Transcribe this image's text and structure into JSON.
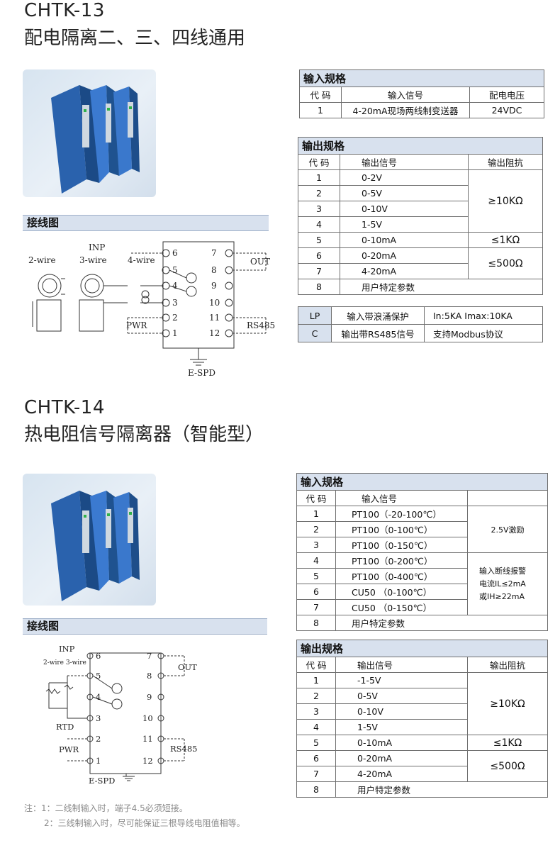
{
  "section1": {
    "model": "CHTK-13",
    "subtitle": "配电隔离二、三、四线通用",
    "wiring_title": "接线图",
    "input_spec": {
      "title": "输入规格",
      "headers": [
        "代 码",
        "输入信号",
        "配电电压"
      ],
      "row": [
        "1",
        "4-20mA现场两线制变送器",
        "24VDC"
      ]
    },
    "output_spec": {
      "title": "输出规格",
      "headers": [
        "代 码",
        "输出信号",
        "输出阻抗"
      ],
      "rows": [
        {
          "code": "1",
          "signal": "0-2V"
        },
        {
          "code": "2",
          "signal": "0-5V"
        },
        {
          "code": "3",
          "signal": "0-10V"
        },
        {
          "code": "4",
          "signal": "1-5V"
        },
        {
          "code": "5",
          "signal": "0-10mA"
        },
        {
          "code": "6",
          "signal": "0-20mA"
        },
        {
          "code": "7",
          "signal": "4-20mA"
        },
        {
          "code": "8",
          "signal": "用户特定参数"
        }
      ],
      "impedance": [
        "≥10KΩ",
        "≤1KΩ",
        "≤500Ω"
      ]
    },
    "options": [
      {
        "code": "LP",
        "desc": "输入带浪涌保护",
        "detail": "In:5KA   Imax:10KA"
      },
      {
        "code": "C",
        "desc": "输出带RS485信号",
        "detail": "支持Modbus协议"
      }
    ],
    "diagram": {
      "inp": "INP",
      "two_wire": "2-wire",
      "three_wire": "3-wire",
      "four_wire": "4-wire",
      "pwr": "PWR",
      "out": "OUT",
      "rs485": "RS485",
      "espd": "E-SPD",
      "left_terms": [
        "6",
        "5",
        "4",
        "3",
        "2",
        "1"
      ],
      "right_terms": [
        "7",
        "8",
        "9",
        "10",
        "11",
        "12"
      ]
    }
  },
  "section2": {
    "model": "CHTK-14",
    "subtitle": "热电阻信号隔离器（智能型）",
    "wiring_title": "接线图",
    "input_spec": {
      "title": "输入规格",
      "headers": [
        "代 码",
        "输入信号",
        ""
      ],
      "rows": [
        {
          "code": "1",
          "signal": "PT100（-20-100℃）"
        },
        {
          "code": "2",
          "signal": "PT100（0-100℃）"
        },
        {
          "code": "3",
          "signal": "PT100（0-150℃）"
        },
        {
          "code": "4",
          "signal": "PT100（0-200℃）"
        },
        {
          "code": "5",
          "signal": "PT100（0-400℃）"
        },
        {
          "code": "6",
          "signal": "CU50 （0-100℃）"
        },
        {
          "code": "7",
          "signal": "CU50 （0-150℃）"
        },
        {
          "code": "8",
          "signal": "用户特定参数"
        }
      ],
      "excitation": "2.5V激励",
      "alarm_1": "输入断线报警",
      "alarm_2": "电流IL≤2mA",
      "alarm_3": "或IH≥22mA"
    },
    "output_spec": {
      "title": "输出规格",
      "headers": [
        "代 码",
        "输出信号",
        "输出阻抗"
      ],
      "rows": [
        {
          "code": "1",
          "signal": "-1-5V"
        },
        {
          "code": "2",
          "signal": "0-5V"
        },
        {
          "code": "3",
          "signal": "0-10V"
        },
        {
          "code": "4",
          "signal": "1-5V"
        },
        {
          "code": "5",
          "signal": "0-10mA"
        },
        {
          "code": "6",
          "signal": "0-20mA"
        },
        {
          "code": "7",
          "signal": "4-20mA"
        },
        {
          "code": "8",
          "signal": "用户特定参数"
        }
      ],
      "impedance": [
        "≥10KΩ",
        "≤1KΩ",
        "≤500Ω"
      ]
    },
    "diagram": {
      "inp": "INP",
      "wire_label": "2-wire 3-wire",
      "rtd": "RTD",
      "pwr": "PWR",
      "out": "OUT",
      "rs485": "RS485",
      "espd": "E-SPD",
      "left_terms": [
        "6",
        "5",
        "4",
        "3",
        "2",
        "1"
      ],
      "right_terms": [
        "7",
        "8",
        "9",
        "10",
        "11",
        "12"
      ]
    }
  },
  "notes": {
    "line1": "注：1：二线制输入时，端子4.5必须短接。",
    "line2": "2：三线制输入时，尽可能保证三根导线电阻值相等。"
  },
  "colors": {
    "header_bg": "#d8e1ee",
    "device_blue": "#2f6fc0",
    "photo_bg": "#dfe8f2"
  }
}
